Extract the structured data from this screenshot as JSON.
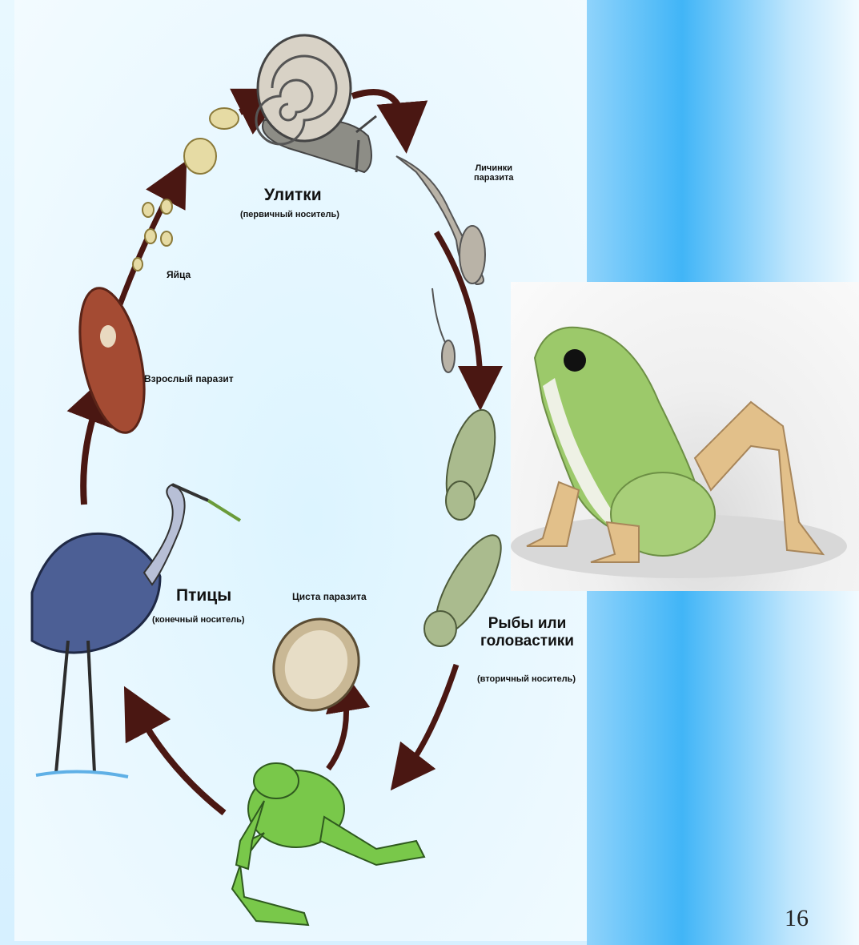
{
  "labels": {
    "snails": "Улитки",
    "snails_sub": "(первичный носитель)",
    "larvae": "Личинки\nпаразита",
    "eggs": "Яйца",
    "adult": "Взрослый паразит",
    "birds": "Птицы",
    "birds_sub": "(конечный носитель)",
    "cyst": "Циста паразита",
    "fish": "Рыбы или\nголовастики",
    "fish_sub": "(вторичный носитель)"
  },
  "page_number": "16",
  "colors": {
    "arrow": "#4a1712",
    "frog_green": "#79c84a",
    "heron_blue": "#4c5f95",
    "snail_gray": "#8d8d86",
    "photo_frog": "#9cc96a"
  }
}
